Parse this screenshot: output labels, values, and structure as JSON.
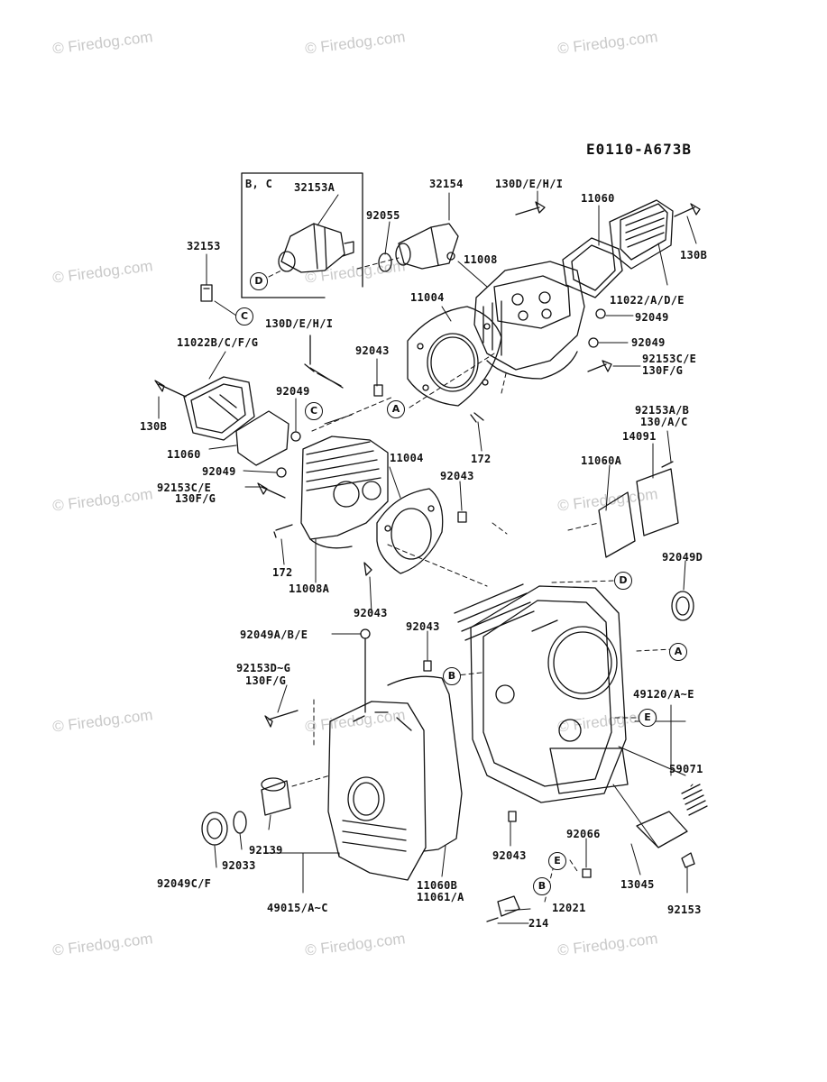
{
  "diagram_code": "E0110-A673B",
  "watermark": "© Firedog.com",
  "reference_markers": [
    "A",
    "B",
    "C",
    "D",
    "E"
  ],
  "colors": {
    "ink": "#111111",
    "watermark": "#c9c9c9",
    "background": "#ffffff"
  },
  "part_labels": [
    "B, C",
    "32153A",
    "32154",
    "130D/E/H/I",
    "11060",
    "92055",
    "32153",
    "130B",
    "11008",
    "11004",
    "11022/A/D/E",
    "92049",
    "130D/E/H/I",
    "11022B/C/F/G",
    "92043",
    "92049",
    "92153C/E",
    "130F/G",
    "92049",
    "130B",
    "11060",
    "172",
    "92153A/B",
    "130/A/C",
    "14091",
    "11004",
    "92049",
    "92153C/E",
    "130F/G",
    "92043",
    "11060A",
    "172",
    "11008A",
    "92049D",
    "92043",
    "92049A/B/E",
    "92043",
    "92153D~G",
    "130F/G",
    "49120/A~E",
    "59071",
    "92139",
    "92043",
    "92066",
    "92033",
    "92049C/F",
    "11060B",
    "11061/A",
    "13045",
    "49015/A~C",
    "12021",
    "92153",
    "214"
  ]
}
